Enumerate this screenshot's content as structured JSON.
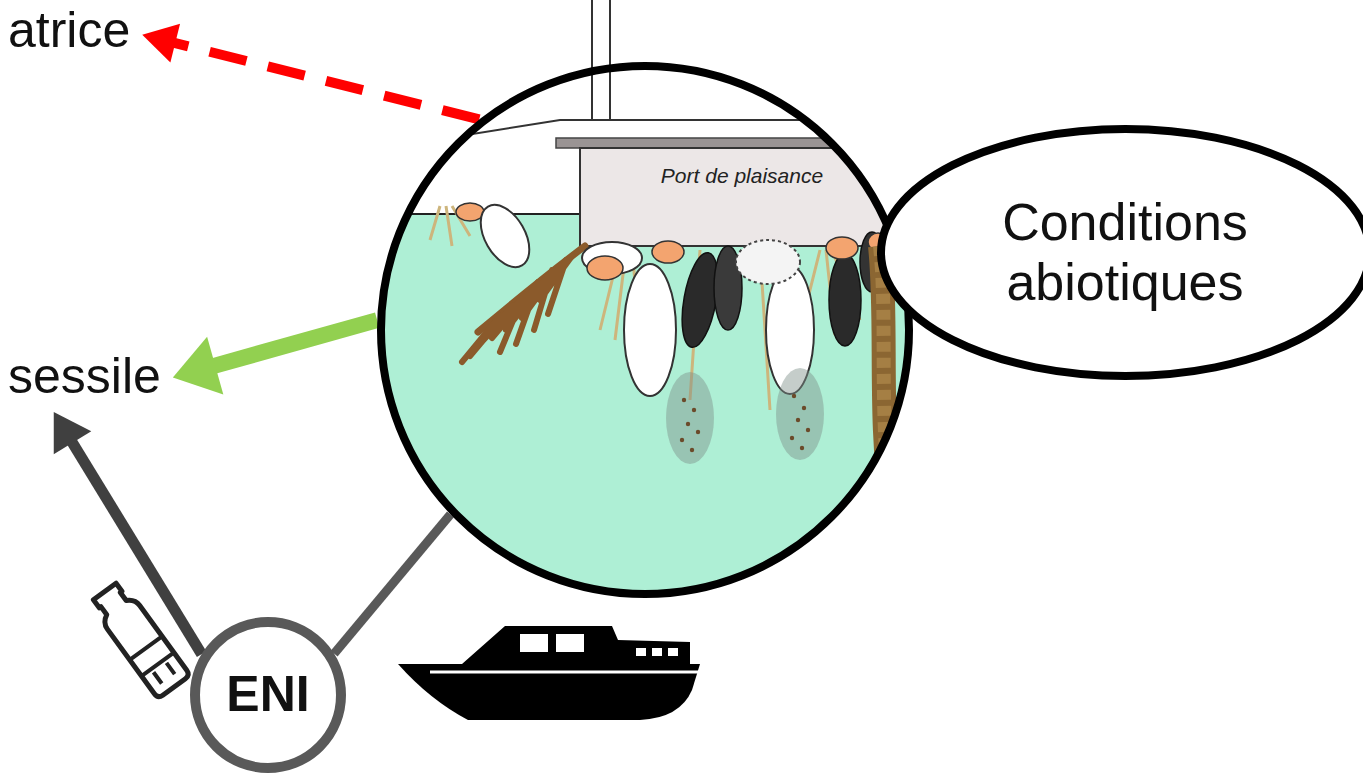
{
  "diagram": {
    "nodes": [
      {
        "text": [
          "atrice"
        ]
      },
      {
        "text": [
          "sessile"
        ]
      },
      {
        "text": [
          "Port de plaisance"
        ]
      },
      {
        "text": [
          "Conditions abiotiques"
        ]
      },
      {
        "text": [
          "ENI"
        ]
      }
    ],
    "edges": [
      {
        "from": 2,
        "to": 0,
        "arrow": "to"
      },
      {
        "from": 2,
        "to": 1,
        "arrow": "to"
      },
      {
        "from": 4,
        "to": 1,
        "arrow": "to"
      },
      {
        "from": 4,
        "to": 2,
        "arrow": "none"
      }
    ]
  }
}
